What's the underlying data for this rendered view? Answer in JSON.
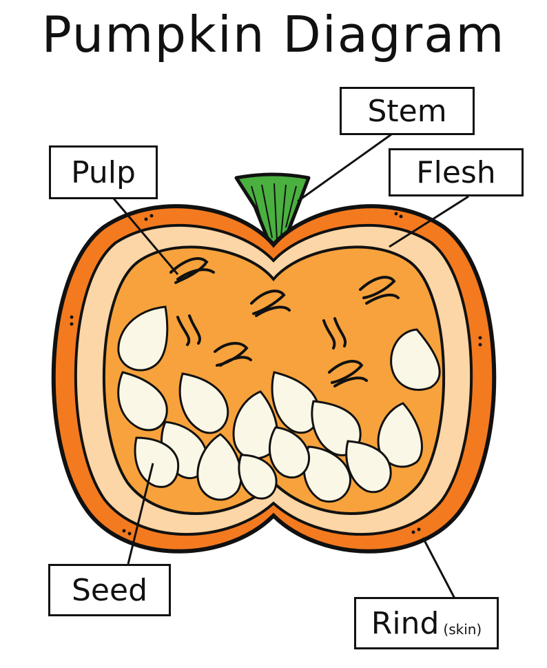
{
  "title": "Pumpkin Diagram",
  "labels": {
    "stem": "Stem",
    "pulp": "Pulp",
    "flesh": "Flesh",
    "seed": "Seed",
    "rind": "Rind",
    "rind_note": "(skin)"
  },
  "colors": {
    "rind": "#f47a1f",
    "flesh": "#fcd6a6",
    "pulp": "#f7a23c",
    "stem": "#4ab040",
    "seed": "#fbf7e6",
    "outline": "#111111"
  }
}
